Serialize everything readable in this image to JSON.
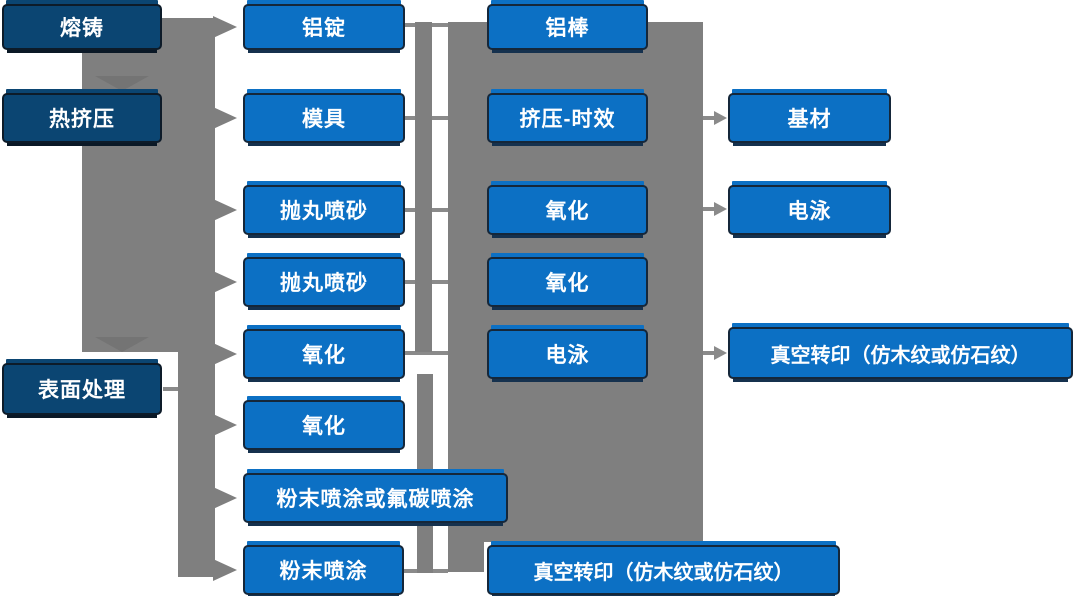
{
  "diagram_type": "process-flowchart",
  "language": "zh-CN",
  "colors": {
    "stage_box_fill": "#0B4572",
    "process_box_fill": "#0C70C4",
    "box_border": "#15273A",
    "connector_gray": "#7F7F7F",
    "tick_gray": "#8A8A8A",
    "text": "#FFFFFF",
    "background": "#FFFFFF"
  },
  "nodes": {
    "melting": {
      "label": "熔铸"
    },
    "hot_extrusion": {
      "label": "热挤压"
    },
    "surface_treatment": {
      "label": "表面处理"
    },
    "al_ingot": {
      "label": "铝锭"
    },
    "mold": {
      "label": "模具"
    },
    "shot_blast_1": {
      "label": "抛丸喷砂"
    },
    "shot_blast_2": {
      "label": "抛丸喷砂"
    },
    "oxidation_1": {
      "label": "氧化"
    },
    "oxidation_2": {
      "label": "氧化"
    },
    "powder_or_fluorocarbon": {
      "label": "粉末喷涂或氟碳喷涂"
    },
    "powder_coating": {
      "label": "粉末喷涂"
    },
    "al_rod": {
      "label": "铝棒"
    },
    "extrusion_aging": {
      "label": "挤压-时效"
    },
    "oxidation_3": {
      "label": "氧化"
    },
    "oxidation_4": {
      "label": "氧化"
    },
    "electrophoresis_1": {
      "label": "电泳"
    },
    "vacuum_transfer_bottom": {
      "label": "真空转印（仿木纹或仿石纹）"
    },
    "base_material": {
      "label": "基材"
    },
    "electrophoresis_2": {
      "label": "电泳"
    },
    "vacuum_transfer_right": {
      "label": "真空转印（仿木纹或仿石纹）"
    }
  },
  "edges": [
    {
      "from": "熔铸",
      "to": "热挤压"
    },
    {
      "from": "熔铸",
      "to": "铝锭"
    },
    {
      "from": "热挤压",
      "to": "模具"
    },
    {
      "from": "热挤压",
      "to": "抛丸喷砂"
    },
    {
      "from": "热挤压",
      "to": "表面处理"
    },
    {
      "from": "表面处理",
      "to": "氧化"
    },
    {
      "from": "表面处理",
      "to": "粉末喷涂或氟碳喷涂"
    },
    {
      "from": "表面处理",
      "to": "粉末喷涂"
    },
    {
      "from": "铝锭",
      "to": "铝棒"
    },
    {
      "from": "模具",
      "to": "挤压-时效"
    },
    {
      "from": "抛丸喷砂",
      "to": "氧化"
    },
    {
      "from": "氧化",
      "to": "电泳"
    },
    {
      "from": "挤压-时效",
      "to": "基材"
    },
    {
      "from": "氧化",
      "to": "电泳"
    },
    {
      "from": "电泳",
      "to": "真空转印（仿木纹或仿石纹）"
    },
    {
      "from": "粉末喷涂",
      "to": "真空转印（仿木纹或仿石纹）"
    }
  ]
}
